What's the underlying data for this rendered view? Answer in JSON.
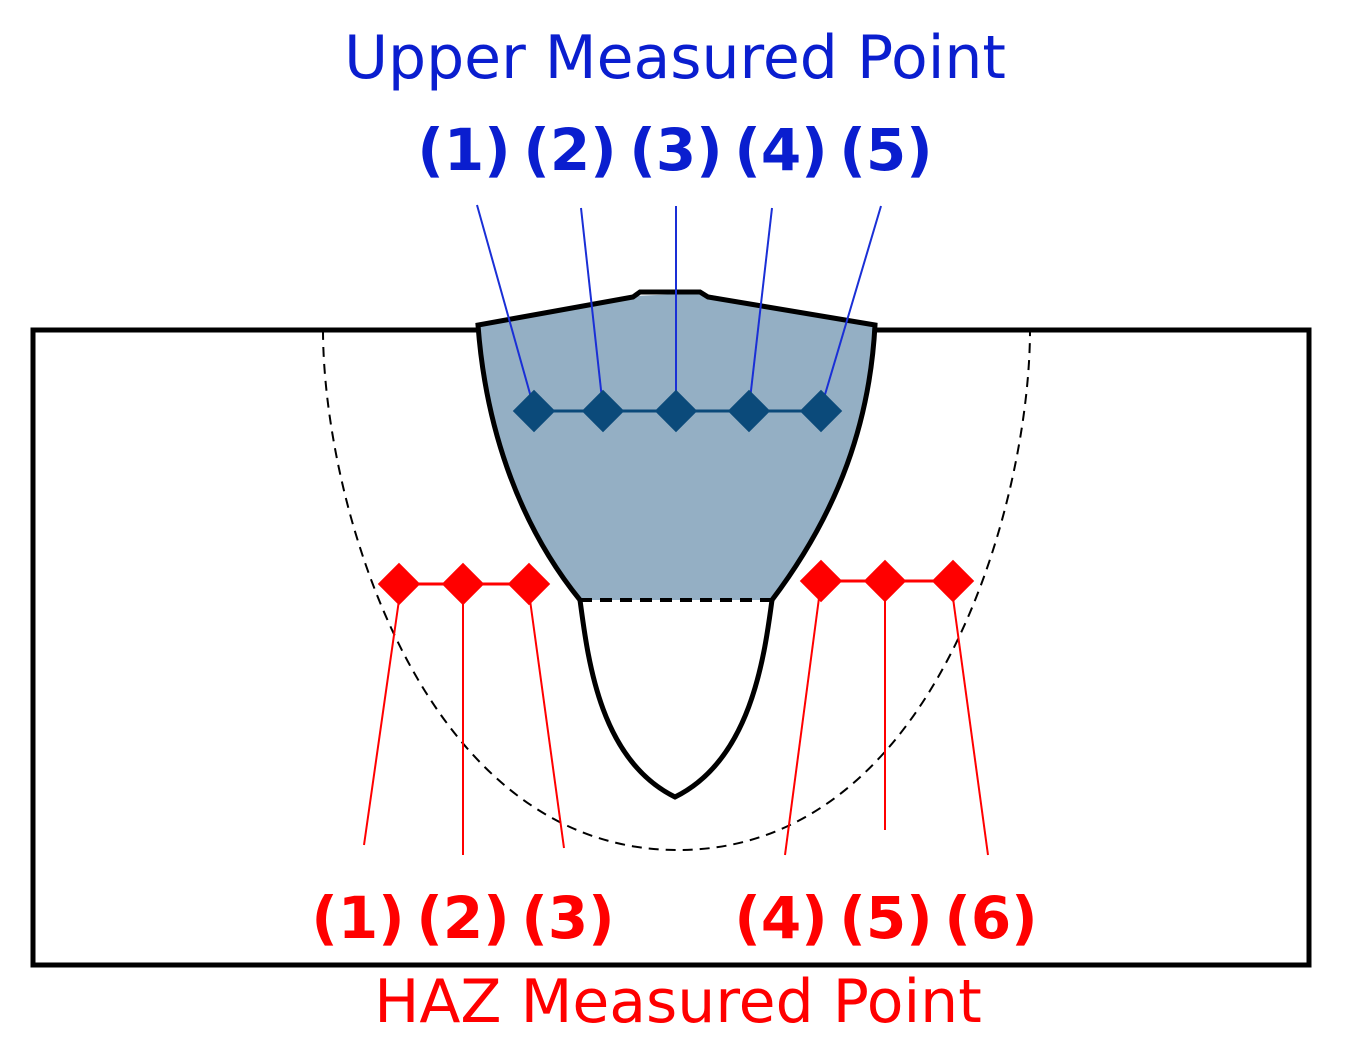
{
  "upper": {
    "title": "Upper Measured Point",
    "labels": [
      "(1)",
      "(2)",
      "(3)",
      "(4)",
      "(5)"
    ]
  },
  "haz": {
    "title": "HAZ Measured Point",
    "labels": [
      "(1)",
      "(2)",
      "(3)",
      "(4)",
      "(5)",
      "(6)"
    ]
  },
  "colors": {
    "upper_text": "#0a1ecf",
    "upper_marker": "#0b4a7a",
    "upper_line": "#1a2fd6",
    "haz": "#ff0000",
    "weld_fill": "#94afc4",
    "outline": "#000000"
  }
}
